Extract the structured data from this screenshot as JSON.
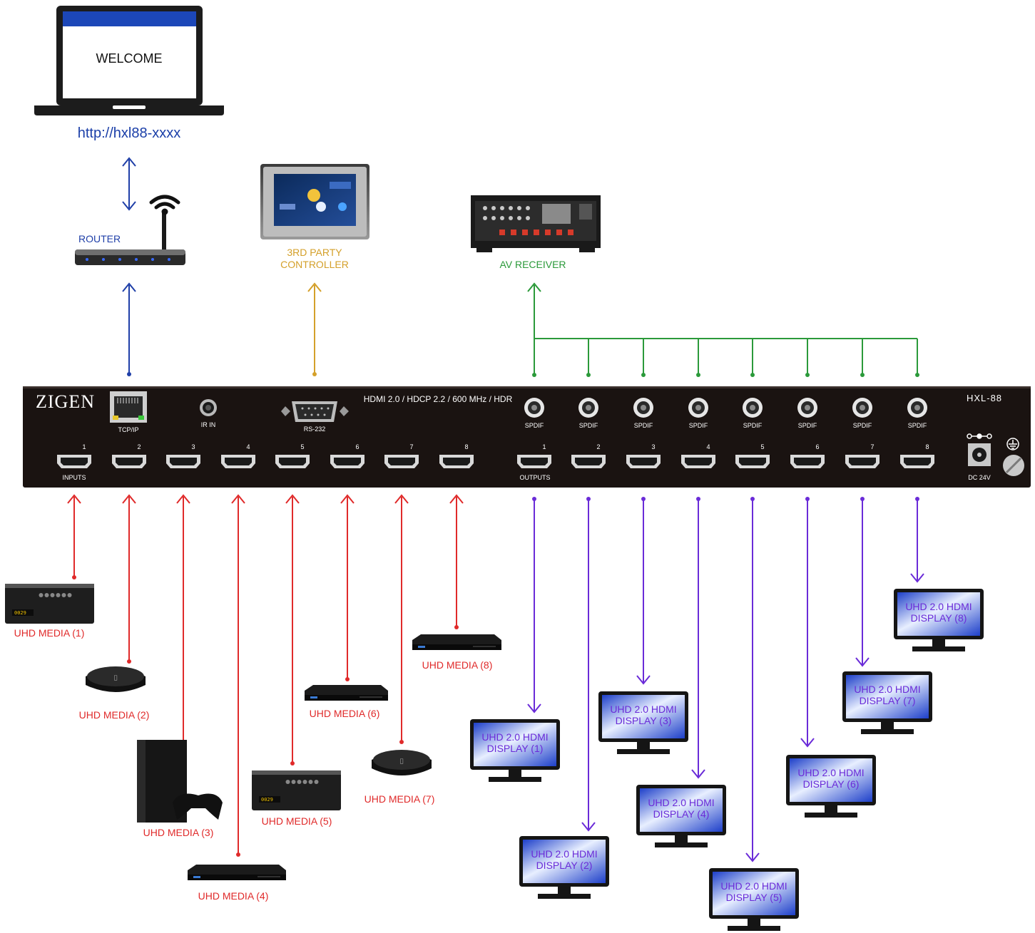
{
  "laptop": {
    "screen_text": "WELCOME",
    "url": "http://hxl88-xxxx"
  },
  "router": {
    "label": "ROUTER"
  },
  "controller": {
    "label_line1": "3RD PARTY",
    "label_line2": "CONTROLLER"
  },
  "receiver": {
    "label": "AV RECEIVER"
  },
  "unit": {
    "brand": "ZIGEN",
    "model": "HXL-88",
    "spec": "HDMI 2.0 / HDCP 2.2 / 600 MHz / HDR",
    "tcpip_label": "TCP/IP",
    "irin_label": "IR IN",
    "rs232_label": "RS-232",
    "spdif_label": "SPDIF",
    "inputs_label": "INPUTS",
    "outputs_label": "OUTPUTS",
    "dc_label": "DC 24V",
    "port_numbers": [
      "1",
      "2",
      "3",
      "4",
      "5",
      "6",
      "7",
      "8"
    ]
  },
  "sources": [
    "UHD MEDIA (1)",
    "UHD MEDIA (2)",
    "UHD MEDIA (3)",
    "UHD MEDIA (4)",
    "UHD MEDIA (5)",
    "UHD MEDIA (6)",
    "UHD MEDIA (7)",
    "UHD MEDIA (8)"
  ],
  "displays": [
    {
      "line1": "UHD 2.0 HDMI",
      "line2": "DISPLAY (1)"
    },
    {
      "line1": "UHD 2.0 HDMI",
      "line2": "DISPLAY (2)"
    },
    {
      "line1": "UHD 2.0 HDMI",
      "line2": "DISPLAY (3)"
    },
    {
      "line1": "UHD 2.0 HDMI",
      "line2": "DISPLAY (4)"
    },
    {
      "line1": "UHD 2.0 HDMI",
      "line2": "DISPLAY (5)"
    },
    {
      "line1": "UHD 2.0 HDMI",
      "line2": "DISPLAY (6)"
    },
    {
      "line1": "UHD 2.0 HDMI",
      "line2": "DISPLAY (7)"
    },
    {
      "line1": "UHD 2.0 HDMI",
      "line2": "DISPLAY (8)"
    }
  ],
  "colors": {
    "network": "#1f3fa8",
    "control": "#d4a02a",
    "audio": "#2b9a3a",
    "input": "#e02a2a",
    "output": "#6a2bd8",
    "url": "#1a3ea8"
  }
}
